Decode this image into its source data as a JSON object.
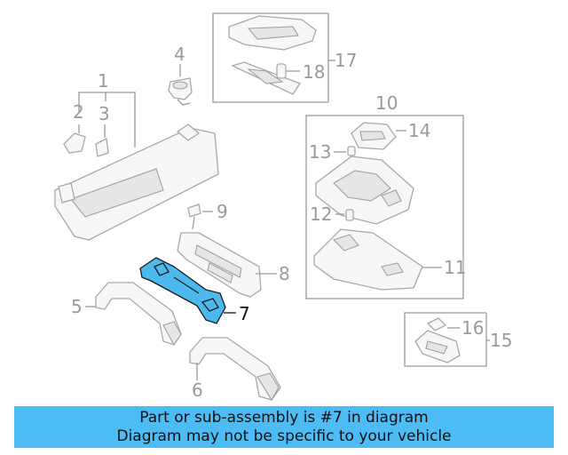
{
  "diagram": {
    "callouts": {
      "c1": "1",
      "c2": "2",
      "c3": "3",
      "c4": "4",
      "c5": "5",
      "c6": "6",
      "c7": "7",
      "c8": "8",
      "c9": "9",
      "c10": "10",
      "c11": "11",
      "c12": "12",
      "c13": "13",
      "c14": "14",
      "c15": "15",
      "c16": "16",
      "c17": "17",
      "c18": "18"
    },
    "highlighted_part": "7",
    "highlight_color": "#4cb9ee"
  },
  "banner": {
    "line1": "Part or sub-assembly is #7 in diagram",
    "line2": "Diagram may not be specific to your vehicle",
    "background": "#4dbbf4"
  }
}
